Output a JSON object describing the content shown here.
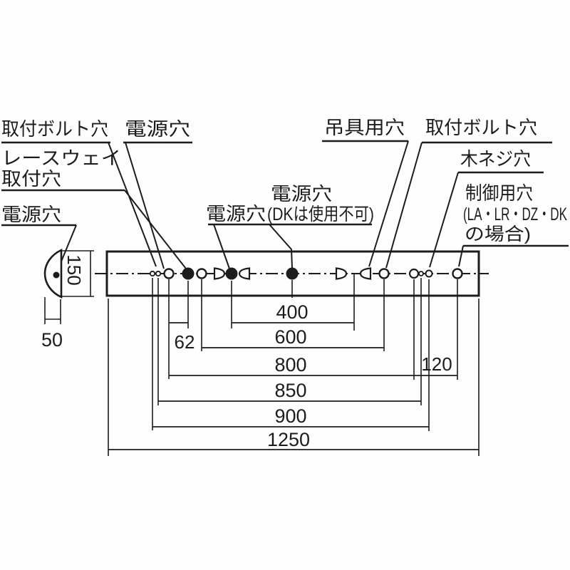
{
  "drawing": {
    "type": "fixture-mounting-hole-dimension-diagram",
    "callouts": {
      "mounting_bolt_hole_left": "取付ボルト穴",
      "power_hole_top": "電源穴",
      "raceway_line1": "レースウェイ",
      "raceway_line2": "取付穴",
      "power_hole_end": "電源穴",
      "power_hole_mid": "電源穴",
      "power_hole_center_line1": "電源穴",
      "power_hole_center_line2": "(DKは使用不可)",
      "hanging_tool_hole": "吊具用穴",
      "mounting_bolt_hole_right": "取付ボルト穴",
      "wood_screw_hole": "木ネジ穴",
      "control_hole_line1": "制御用穴",
      "control_hole_line2": "(LA・LR・DZ・DK",
      "control_hole_line3": "の場合)"
    },
    "dimensions": {
      "height": "150",
      "end_width": "50",
      "offset_62": "62",
      "d400": "400",
      "d600": "600",
      "d800": "800",
      "d850": "850",
      "d900": "900",
      "d120": "120",
      "total_length": "1250"
    },
    "line_color": "#1c1c1c"
  }
}
